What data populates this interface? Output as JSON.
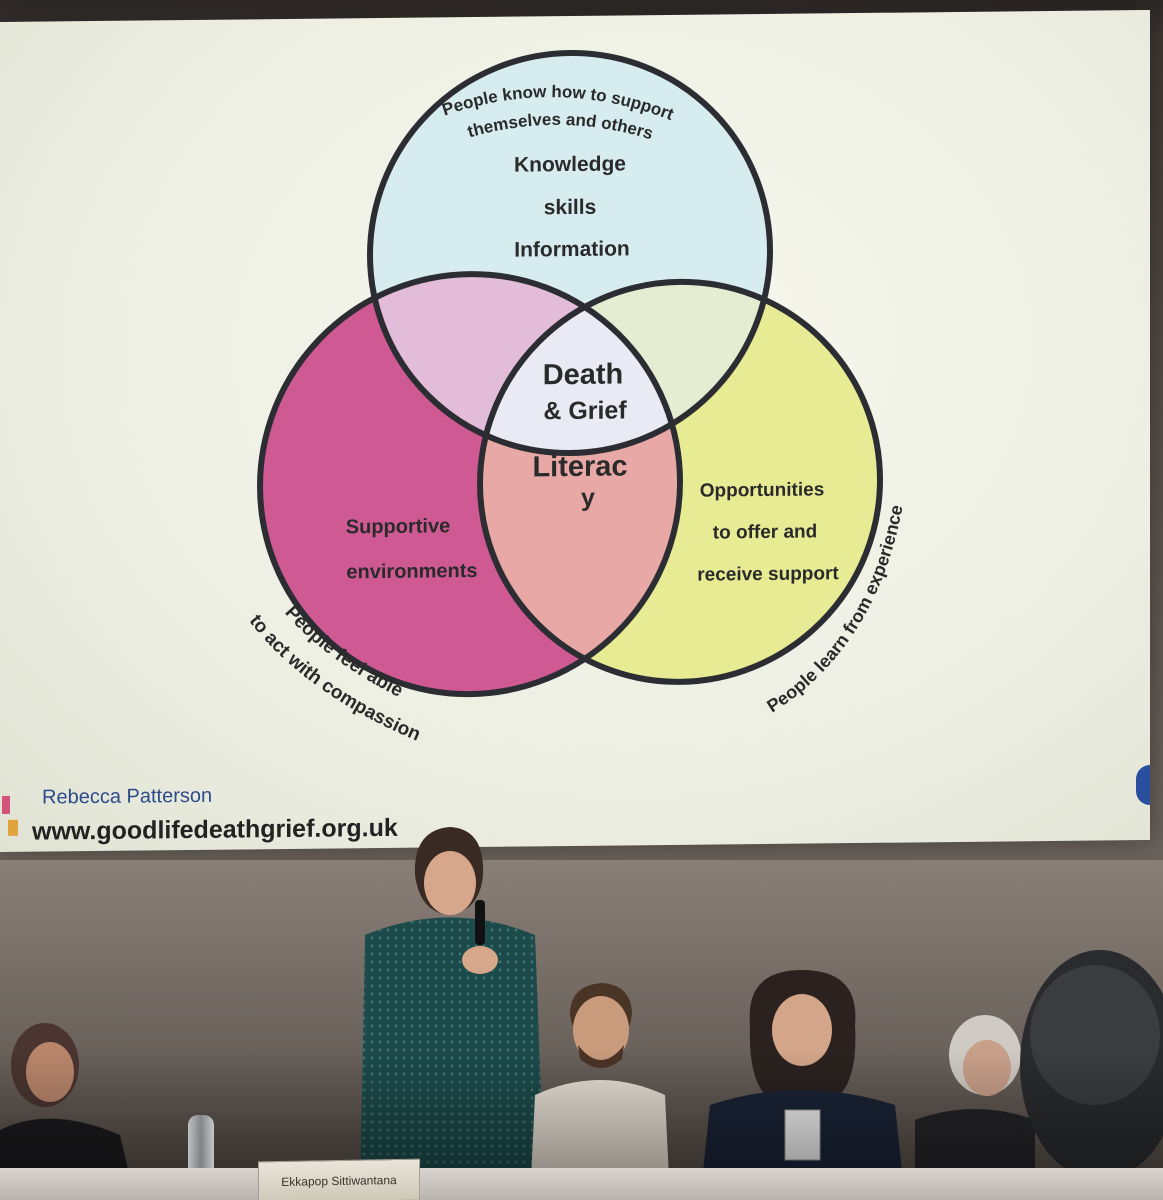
{
  "slide": {
    "circles": {
      "top": {
        "lines": [
          "Knowledge",
          "skills",
          "Information"
        ],
        "caption_lines": [
          "People know how to support",
          "themselves and others"
        ],
        "fill_color": "#d6ecee"
      },
      "left": {
        "lines": [
          "Supportive",
          "environments"
        ],
        "caption_lines": [
          "People feel able",
          "to act with compassion"
        ],
        "fill_color": "#cf5a93"
      },
      "right": {
        "lines": [
          "Opportunities",
          "to offer and",
          "receive support"
        ],
        "caption_lines": [
          "People learn from experience"
        ],
        "fill_color": "#e6eb94"
      }
    },
    "center_lines": [
      "Death",
      "& Grief",
      "Literac",
      "y"
    ],
    "presenter": "Rebecca Patterson",
    "website": "www.goodlifedeathgrief.org.uk"
  },
  "stage": {
    "name_card": "Ekkapop Sittiwantana"
  }
}
